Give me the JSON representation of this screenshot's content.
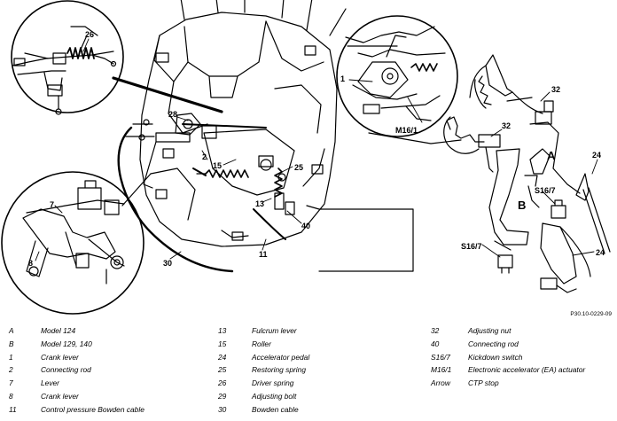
{
  "figure": {
    "reference": "P30.10-0229-09",
    "callouts": {
      "c26": "26",
      "c1": "1",
      "c2": "2",
      "c7": "7",
      "c8": "8",
      "c11": "11",
      "c13": "13",
      "c15": "15",
      "c24a": "24",
      "c24b": "24",
      "c25": "25",
      "c28": "28",
      "c30": "30",
      "c32a": "32",
      "c32b": "32",
      "c40": "40",
      "cA": "A",
      "cB": "B",
      "cS167a": "S16/7",
      "cS167b": "S16/7",
      "cM161": "M16/1"
    }
  },
  "legend": {
    "col1": [
      {
        "key": "A",
        "desc": "Model 124"
      },
      {
        "key": "B",
        "desc": "Model 129, 140"
      },
      {
        "key": "1",
        "desc": "Crank lever"
      },
      {
        "key": "2",
        "desc": "Connecting rod"
      },
      {
        "key": "7",
        "desc": "Lever"
      },
      {
        "key": "8",
        "desc": "Crank lever"
      },
      {
        "key": "11",
        "desc": "Control pressure Bowden cable"
      }
    ],
    "col2": [
      {
        "key": "13",
        "desc": "Fulcrum lever"
      },
      {
        "key": "15",
        "desc": "Roller"
      },
      {
        "key": "24",
        "desc": "Accelerator pedal"
      },
      {
        "key": "25",
        "desc": "Restoring spring"
      },
      {
        "key": "26",
        "desc": "Driver spring"
      },
      {
        "key": "29",
        "desc": "Adjusting bolt"
      },
      {
        "key": "30",
        "desc": "Bowden cable"
      }
    ],
    "col3": [
      {
        "key": "32",
        "desc": "Adjusting nut"
      },
      {
        "key": "40",
        "desc": "Connecting rod"
      },
      {
        "key": "S16/7",
        "desc": "Kickdown switch"
      },
      {
        "key": "M16/1",
        "desc": "Electronic accelerator (EA) actuator"
      },
      {
        "key": "Arrow",
        "desc": "CTP stop"
      }
    ]
  }
}
